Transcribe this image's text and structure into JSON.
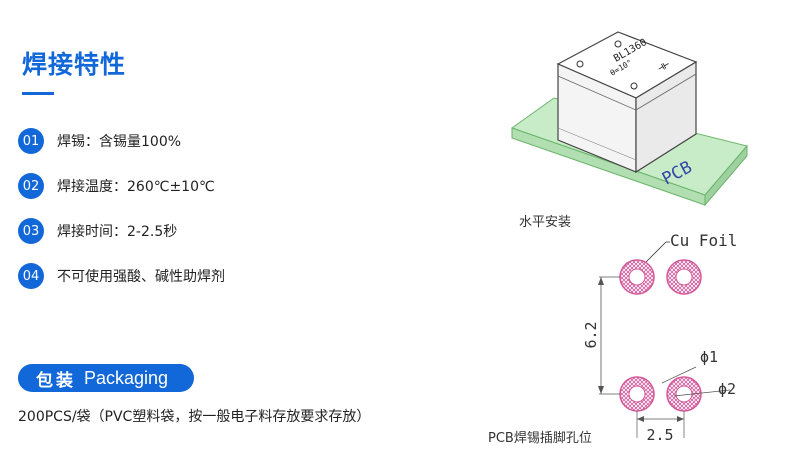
{
  "section": {
    "title": "焊接特性"
  },
  "features": [
    {
      "num": "01",
      "text": "焊锡：含锡量100%"
    },
    {
      "num": "02",
      "text": "焊接温度：260℃±10℃"
    },
    {
      "num": "03",
      "text": "焊接时间：2-2.5秒"
    },
    {
      "num": "04",
      "text": "不可使用强酸、碱性助焊剂"
    }
  ],
  "packaging": {
    "label_cn": "包装",
    "label_en": "Packaging",
    "text": "200PCS/袋（PVC塑料袋，按一般电子料存放要求存放）"
  },
  "product_image": {
    "part_label": "BL1360",
    "angle_label": "θ=10°",
    "pcb_label": "PCB",
    "caption": "水平安装"
  },
  "pcb_diagram": {
    "foil_label": "Cu Foil",
    "height_dim": "6.2",
    "pitch_dim": "2.5",
    "d1_label": "ϕ1",
    "d2_label": "ϕ2",
    "caption": "PCB焊锡插脚孔位"
  },
  "colors": {
    "accent": "#1268d8",
    "pad": "#d4589a",
    "pcb": "#c7ecc7"
  }
}
